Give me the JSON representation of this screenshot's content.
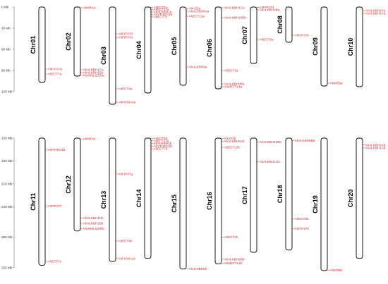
{
  "colors": {
    "gene": "#d62728",
    "chromosome_outline": "#000000",
    "axis": "#555555"
  },
  "axis": {
    "unit_suffix": " Mb",
    "ticks_top": [
      0,
      30,
      60,
      90,
      120
    ],
    "ticks_bottom": [
      150,
      180,
      210,
      240,
      280,
      320
    ]
  },
  "rows": [
    {
      "chromosomes": [
        {
          "name": "Chr01",
          "start": 0,
          "end": 107,
          "genes": [
            {
              "label": "AhFIP37a",
              "pos": 88
            },
            {
              "label": "AhECT7a",
              "pos": 95
            }
          ]
        },
        {
          "name": "Chr02",
          "start": 0,
          "end": 98,
          "genes": [
            {
              "label": "AhMTAa",
              "pos": 1
            },
            {
              "label": "AhALKBH1Ca",
              "pos": 89
            },
            {
              "label": "AhALKBH1Ba",
              "pos": 93
            },
            {
              "label": "AhVIRILIZERa",
              "pos": 97
            }
          ]
        },
        {
          "name": "Chr03",
          "start": 0,
          "end": 138,
          "genes": [
            {
              "label": "AhFIP37d",
              "pos": 38
            },
            {
              "label": "AhFIP37b",
              "pos": 43
            },
            {
              "label": "AhECT4a",
              "pos": 116
            },
            {
              "label": "AhFIONA1a",
              "pos": 135
            }
          ]
        },
        {
          "name": "Chr04",
          "start": 0,
          "end": 122,
          "genes": [
            {
              "label": "AhECT5a",
              "pos": 0
            },
            {
              "label": "AhECT11a",
              "pos": 3.5
            },
            {
              "label": "AhALKBH2a",
              "pos": 7
            },
            {
              "label": "AhYTHDC2a",
              "pos": 10.5
            },
            {
              "label": "AhECT7c",
              "pos": 14
            }
          ]
        },
        {
          "name": "Chr05",
          "start": 0,
          "end": 111,
          "genes": [
            {
              "label": "AhHZ1a",
              "pos": 2
            },
            {
              "label": "AhALKBH8Aa",
              "pos": 6
            },
            {
              "label": "AhECT12a",
              "pos": 13
            },
            {
              "label": "AhALKBH6a",
              "pos": 85
            }
          ]
        },
        {
          "name": "Chr06",
          "start": 0,
          "end": 116,
          "genes": [
            {
              "label": "AhALKBH1Ca",
              "pos": 1
            },
            {
              "label": "AhALKBH10Bb",
              "pos": 15
            },
            {
              "label": "AhECT1a",
              "pos": 90
            },
            {
              "label": "AhALKBH9Ba",
              "pos": 109
            },
            {
              "label": "AhMETTL4a",
              "pos": 113
            }
          ]
        },
        {
          "name": "Chr07",
          "start": 0,
          "end": 80,
          "genes": [
            {
              "label": "AhFIP37d",
              "pos": 0
            },
            {
              "label": "AhALKBH8Ba",
              "pos": 4
            },
            {
              "label": "AhECT8a",
              "pos": 46
            }
          ]
        },
        {
          "name": "Chr08",
          "start": 0,
          "end": 50,
          "genes": [
            {
              "label": "AhFIP37e",
              "pos": 40
            }
          ]
        },
        {
          "name": "Chr09",
          "start": 0,
          "end": 112,
          "genes": [
            {
              "label": "AhMTBa",
              "pos": 108
            }
          ]
        },
        {
          "name": "Chr10",
          "start": 0,
          "end": 113,
          "genes": [
            {
              "label": "AhALKBH9Aa",
              "pos": 5
            },
            {
              "label": "AhALKBH1Aa",
              "pos": 9
            }
          ]
        }
      ]
    },
    {
      "chromosomes": [
        {
          "name": "Chr11",
          "start": 150,
          "end": 317,
          "genes": [
            {
              "label": "AhFIONA1b",
              "pos": 165
            },
            {
              "label": "AhFIP37f",
              "pos": 239
            },
            {
              "label": "AhECT7c",
              "pos": 312
            }
          ]
        },
        {
          "name": "Chr12",
          "start": 150,
          "end": 272,
          "genes": [
            {
              "label": "AhMTAb",
              "pos": 151
            },
            {
              "label": "AhALKBH1Db",
              "pos": 255
            },
            {
              "label": "AhALKBH1Bb",
              "pos": 262
            },
            {
              "label": "AhVIRILIZERb",
              "pos": 269
            }
          ]
        },
        {
          "name": "Chr13",
          "start": 150,
          "end": 312,
          "genes": [
            {
              "label": "AhFIP37g",
              "pos": 197
            },
            {
              "label": "AhECT4b",
              "pos": 285
            },
            {
              "label": "AhFIONA1c",
              "pos": 308
            }
          ]
        },
        {
          "name": "Chr14",
          "start": 150,
          "end": 308,
          "genes": [
            {
              "label": "AhECT5b",
              "pos": 150
            },
            {
              "label": "AhECT11b",
              "pos": 153.5
            },
            {
              "label": "AhALKBH2b",
              "pos": 157
            },
            {
              "label": "AhYTHDC2b",
              "pos": 160.5
            },
            {
              "label": "AhECT7d",
              "pos": 164
            }
          ]
        },
        {
          "name": "Chr15",
          "start": 150,
          "end": 322,
          "genes": [
            {
              "label": "AhALKBH6b",
              "pos": 322
            }
          ]
        },
        {
          "name": "Chr16",
          "start": 150,
          "end": 315,
          "genes": [
            {
              "label": "AhHZ1b",
              "pos": 150
            },
            {
              "label": "AhALKBH8Ab",
              "pos": 154
            },
            {
              "label": "AhECT12b",
              "pos": 162
            },
            {
              "label": "AhECT1b",
              "pos": 280
            },
            {
              "label": "AhALKBH9Bb",
              "pos": 309
            },
            {
              "label": "AhMETTL4b",
              "pos": 314
            }
          ]
        },
        {
          "name": "Chr17",
          "start": 150,
          "end": 300,
          "genes": [
            {
              "label": "AhALKBH10Bb",
              "pos": 155
            },
            {
              "label": "AhALKBH1Cb",
              "pos": 181
            }
          ]
        },
        {
          "name": "Chr18",
          "start": 150,
          "end": 297,
          "genes": [
            {
              "label": "AhALKBH8Bb",
              "pos": 153
            },
            {
              "label": "AhECT8b",
              "pos": 256
            },
            {
              "label": "AhFIP37h",
              "pos": 269
            }
          ]
        },
        {
          "name": "Chr19",
          "start": 150,
          "end": 324,
          "genes": [
            {
              "label": "AhMTBb",
              "pos": 324
            }
          ]
        },
        {
          "name": "Chr20",
          "start": 150,
          "end": 308,
          "genes": [
            {
              "label": "AhALKBH9Ab",
              "pos": 159
            },
            {
              "label": "AhALKBH1Ab",
              "pos": 163
            }
          ]
        }
      ]
    }
  ]
}
